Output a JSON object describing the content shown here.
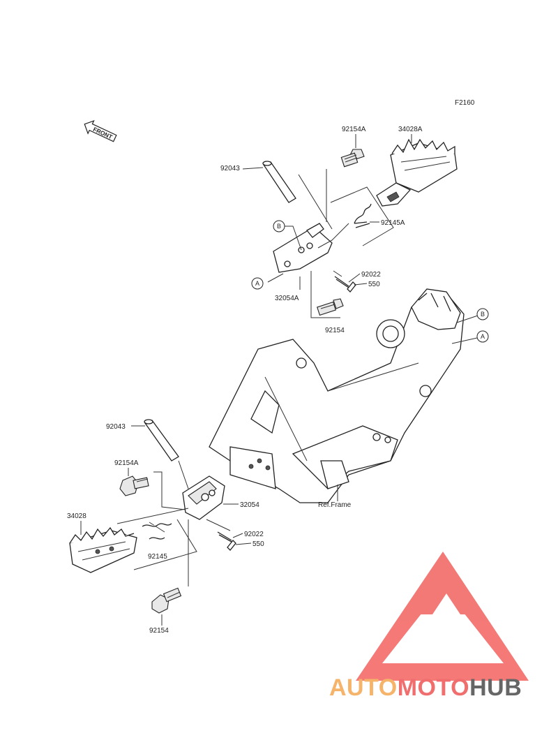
{
  "diagram": {
    "code": "F2160",
    "front_label": "FRONT",
    "ref_label": "Ref.Frame",
    "refs": {
      "a": "A",
      "b": "B"
    },
    "upper": {
      "pin": "92043",
      "bolt_top": "92154A",
      "footpeg": "34028A",
      "spring": "92145A",
      "bracket": "32054A",
      "cotter": "92022",
      "washer": "550",
      "bolt_bottom": "92154"
    },
    "lower": {
      "pin": "92043",
      "bolt_top": "92154A",
      "footpeg": "34028",
      "bracket": "32054",
      "cotter": "92022",
      "washer": "550",
      "spring": "92145",
      "bolt_bottom": "92154"
    }
  },
  "watermark": {
    "part1": "AUTO",
    "part2": "MOTO",
    "part3": "HUB",
    "colors": {
      "orange": "#f5b46a",
      "pink": "#f06e6e",
      "grey": "#666666",
      "triangle": "#f2625f"
    }
  }
}
